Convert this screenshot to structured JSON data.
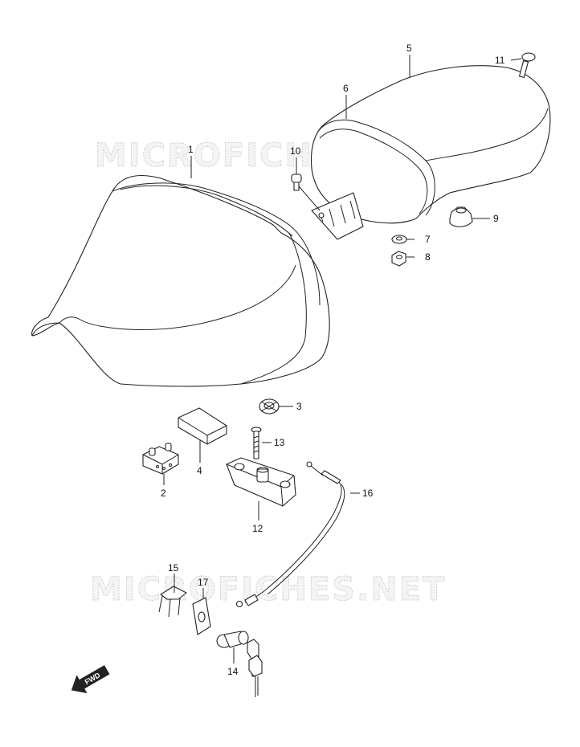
{
  "diagram": {
    "watermark_text": "MICROFICHES.NET",
    "direction_label": "FWD",
    "callouts": [
      "1",
      "2",
      "3",
      "4",
      "5",
      "6",
      "7",
      "8",
      "9",
      "10",
      "11",
      "12",
      "13",
      "14",
      "15",
      "16",
      "17"
    ]
  }
}
